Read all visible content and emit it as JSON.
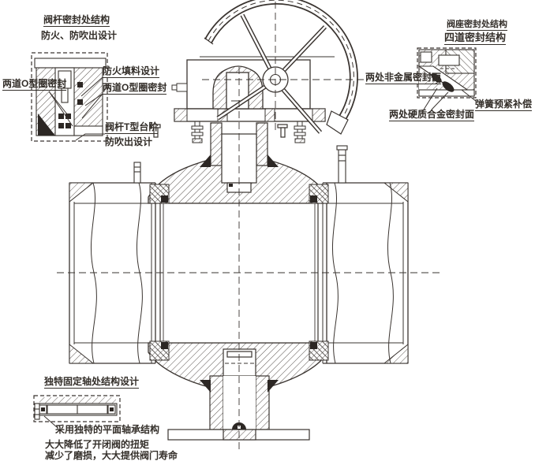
{
  "diagram": {
    "kind": "valve-cross-section-drawing",
    "colors": {
      "line": "#3a3430",
      "hatch": "#4a443f",
      "text": "#332e29",
      "background": "#ffffff"
    }
  },
  "callouts": {
    "stem_seal": {
      "title_line1": "阀杆密封处结构",
      "title_line2": "防火、防吹出设计",
      "fire_packing": "防火填料设计",
      "oring_left": "两道O型圈密封",
      "oring_right": "两道O型圈密封",
      "t_step_line1": "阀杆T型台阶",
      "t_step_line2": "防吹出设计"
    },
    "seat_seal": {
      "title_line1": "阀座密封处结构",
      "title_line2": "四道密封结构",
      "nonmetal_faces": "两处非金属密封面",
      "carbide_faces": "两处硬质合金密封面",
      "spring_compensation": "弹簧预紧补偿"
    },
    "trunnion": {
      "title": "独特固定轴处结构设计",
      "bearing": "采用独特的平面轴承结构",
      "note_line1": "大大降低了开闭阀的扭矩",
      "note_line2": "减少了磨损，大大提供阀门寿命"
    }
  }
}
